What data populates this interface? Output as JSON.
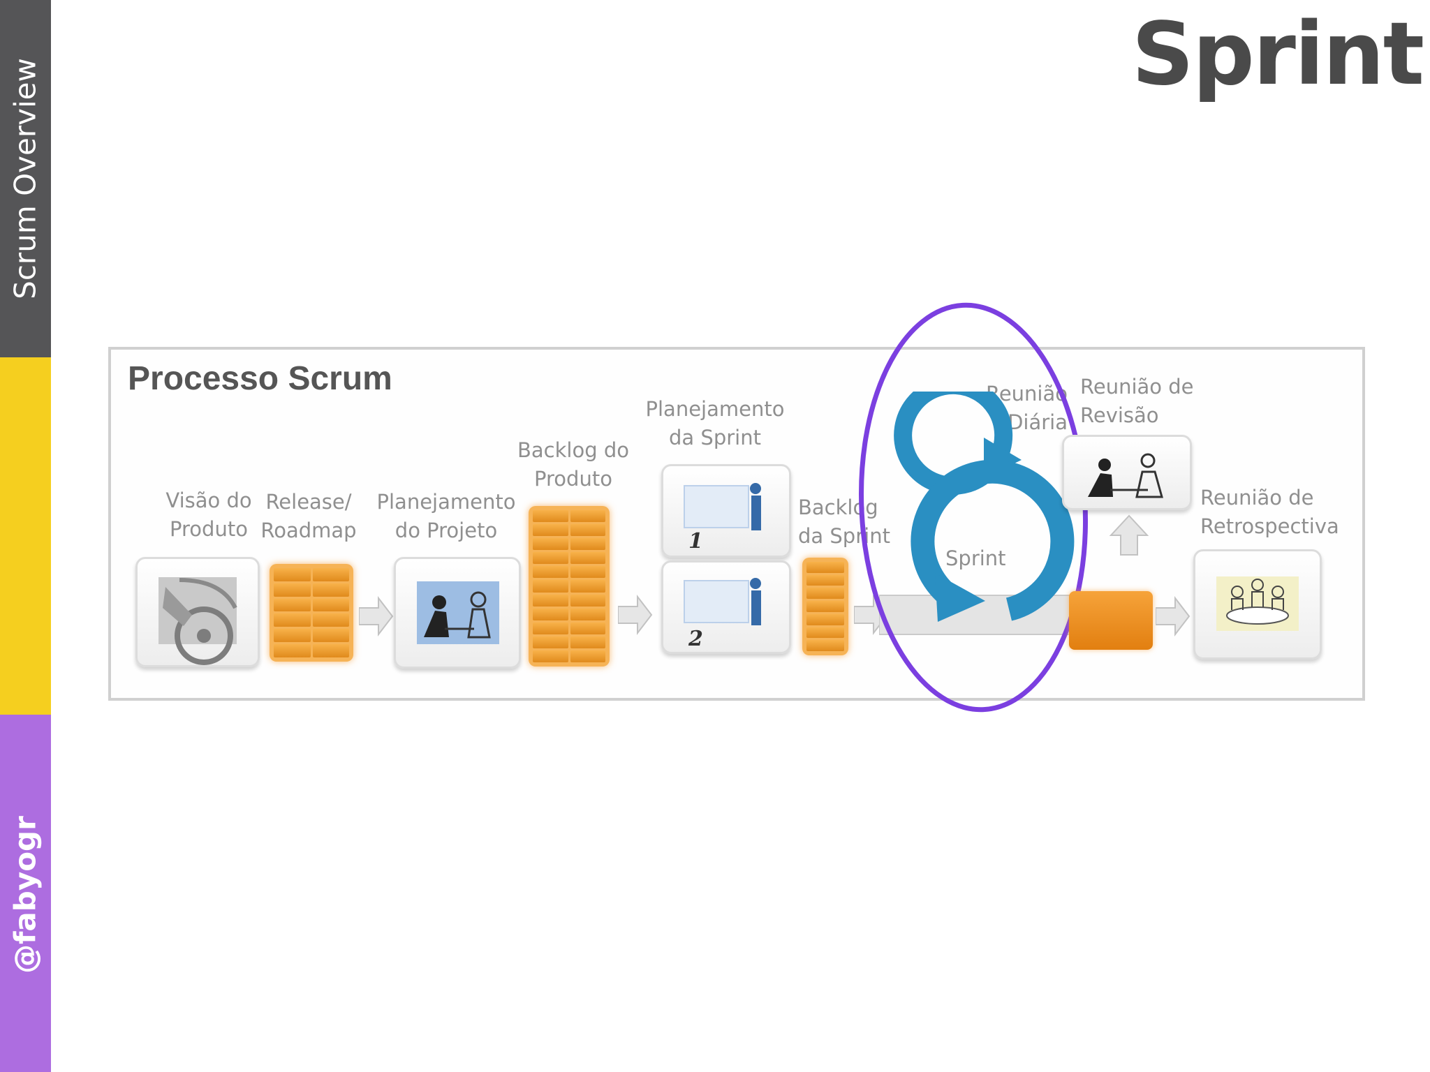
{
  "sidebar": {
    "section_label": "Scrum Overview",
    "author_handle": "@fabyogr",
    "colors": {
      "top": "#555557",
      "middle": "#f5cf1f",
      "bottom": "#ad6de0"
    }
  },
  "slide": {
    "title": "Sprint"
  },
  "diagram": {
    "title": "Processo Scrum",
    "labels": {
      "visao": [
        "Visão do",
        "Produto"
      ],
      "release": [
        "Release/",
        "Roadmap"
      ],
      "planejamento_projeto": [
        "Planejamento",
        "do Projeto"
      ],
      "backlog_produto": [
        "Backlog do",
        "Produto"
      ],
      "planejamento_sprint": [
        "Planejamento",
        "da Sprint"
      ],
      "backlog_sprint": [
        "Backlog",
        "da Sprint"
      ],
      "reuniao_diaria": [
        "Reunião",
        "Diária"
      ],
      "sprint": "Sprint",
      "reuniao_revisao": [
        "Reunião de",
        "Revisão"
      ],
      "reuniao_retrospectiva": [
        "Reunião de",
        "Retrospectiva"
      ],
      "step_one": "1",
      "step_two": "2"
    },
    "highlight_color": "#7b3fe0",
    "cycle_color": "#2a8fc2",
    "backlog_color": "#f0a43a"
  }
}
